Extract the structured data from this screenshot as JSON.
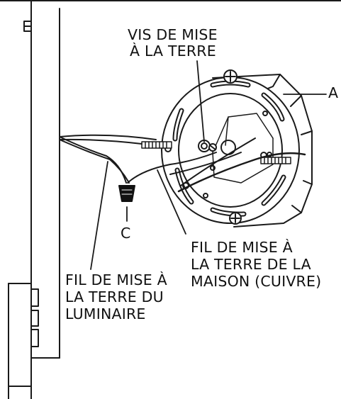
{
  "labels": {
    "screw": [
      "VIS DE MISE",
      "À LA TERRE"
    ],
    "bracket_letter": "A",
    "connector_letter": "C",
    "house_wire": [
      "FIL DE MISE À",
      "LA TERRE DE LA",
      "MAISON (CUIVRE)"
    ],
    "fixture_wire": [
      "FIL DE MISE À",
      "LA TERRE DU",
      "LUMINAIRE"
    ]
  },
  "colors": {
    "line": "#1a1a1a",
    "text": "#111111",
    "background": "#ffffff",
    "metal_fill": "#ffffff"
  }
}
